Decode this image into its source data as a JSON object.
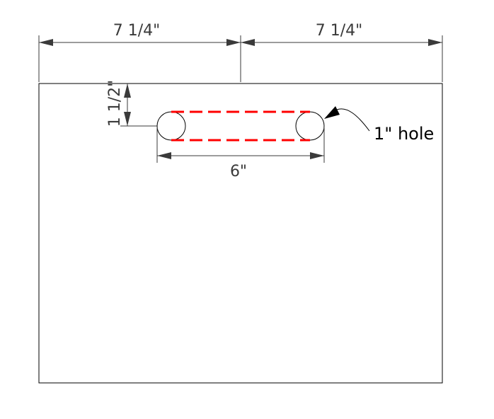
{
  "dimensions": {
    "left_width": "7 1/4\"",
    "right_width": "7 1/4\"",
    "vertical_offset": "1 1/2\"",
    "slot_length": "6\""
  },
  "callout": {
    "label": "1\" hole"
  },
  "colors": {
    "line": "#000000",
    "dimension_line": "#3a3a3a",
    "cut_path": "#ff0000"
  }
}
